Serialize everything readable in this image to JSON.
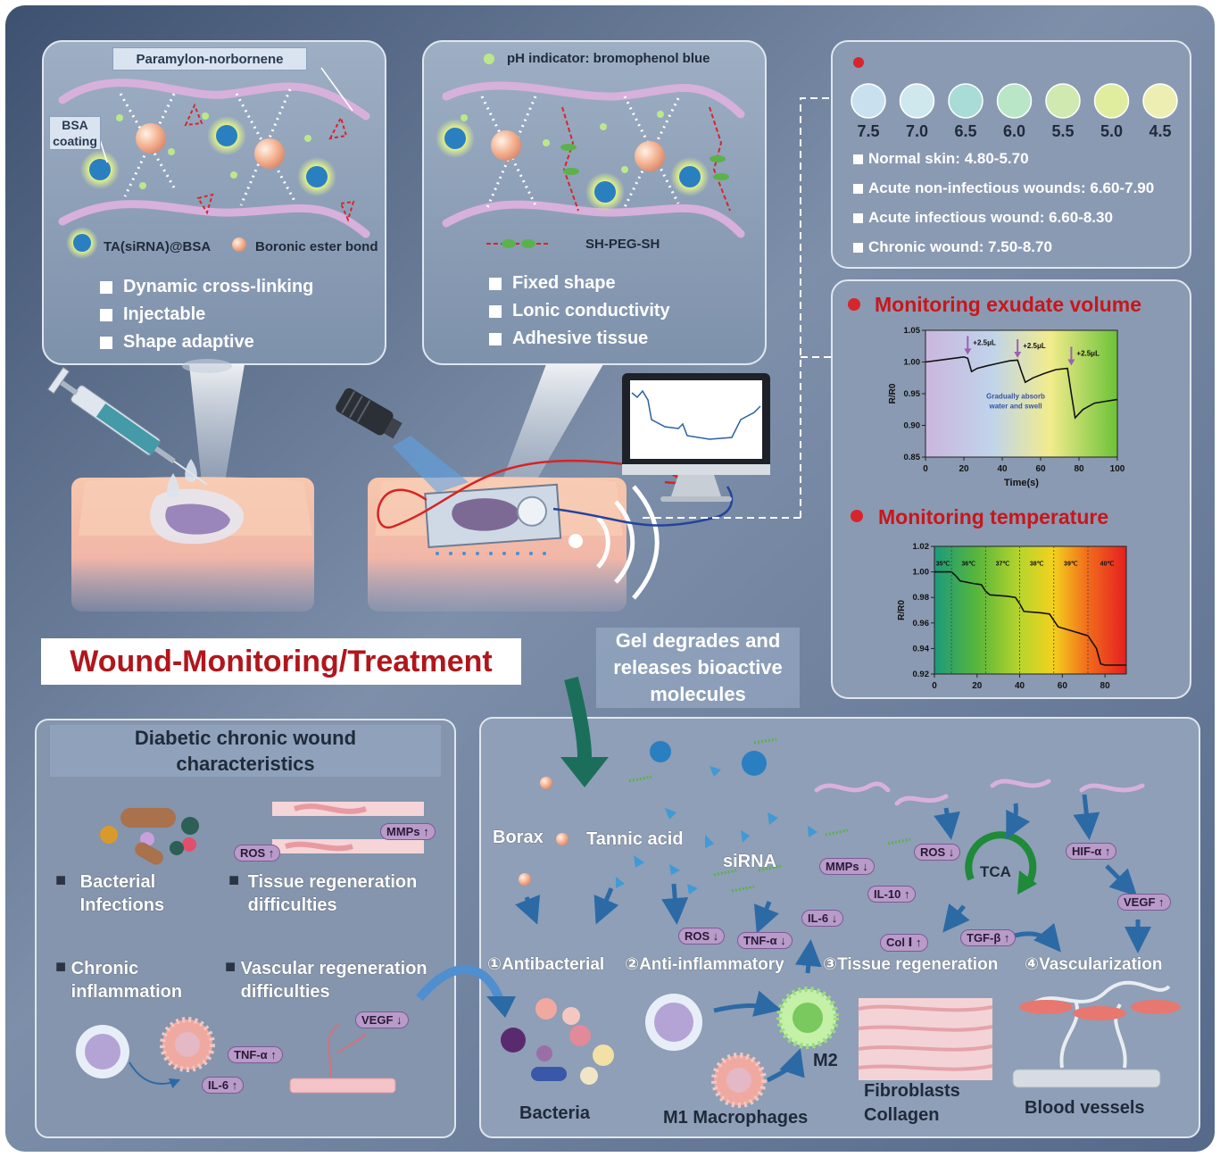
{
  "top_left": {
    "polymer_label": "Paramylon-norbornene",
    "coating_label": "BSA\ncoating",
    "legend_particle": "TA(siRNA)@BSA",
    "legend_bond": "Boronic ester bond",
    "features": [
      "Dynamic cross-linking",
      "Injectable",
      "Shape adaptive"
    ]
  },
  "top_mid": {
    "indicator_label": "pH indicator: bromophenol blue",
    "crosslinker_label": "SH-PEG-SH",
    "features": [
      "Fixed shape",
      "Lonic conductivity",
      "Adhesive tissue"
    ]
  },
  "ph_panel": {
    "swatches": [
      {
        "ph": "7.5",
        "color": "#c9e1ef"
      },
      {
        "ph": "7.0",
        "color": "#cfe8ee"
      },
      {
        "ph": "6.5",
        "color": "#a9dcd6"
      },
      {
        "ph": "6.0",
        "color": "#b9e6c7"
      },
      {
        "ph": "5.5",
        "color": "#cfe9b0"
      },
      {
        "ph": "5.0",
        "color": "#e0ed9e"
      },
      {
        "ph": "4.5",
        "color": "#ecefb1"
      }
    ],
    "ranges": [
      "Normal skin: 4.80-5.70",
      "Acute non-infectious wounds: 6.60-7.90",
      "Acute infectious wound: 6.60-8.30",
      "Chronic wound: 7.50-8.70"
    ]
  },
  "exudate_chart_title": "Monitoring exudate volume",
  "temperature_chart_title": "Monitoring temperature",
  "chart_data": [
    {
      "type": "line",
      "title": "Monitoring exudate volume",
      "xlabel": "Time(s)",
      "ylabel": "R/R0",
      "xlim": [
        0,
        100
      ],
      "ylim": [
        0.85,
        1.05
      ],
      "xticks": [
        "0",
        "20",
        "40",
        "60",
        "80",
        "100"
      ],
      "yticks": [
        "0.85",
        "0.90",
        "0.95",
        "1.00",
        "1.05"
      ],
      "annotations": [
        "+2.5μL",
        "+2.5μL",
        "+2.5μL",
        "Gradually absorb\nwater and swell"
      ],
      "series": [
        {
          "x": [
            0,
            10,
            20,
            22,
            24,
            27,
            32,
            38,
            44,
            48,
            50,
            52,
            56,
            62,
            68,
            74,
            76,
            78,
            82,
            88,
            94,
            100
          ],
          "y": [
            1.0,
            1.004,
            1.008,
            1.006,
            0.985,
            0.99,
            0.994,
            0.998,
            1.002,
            1.003,
            0.985,
            0.968,
            0.975,
            0.982,
            0.988,
            0.99,
            0.95,
            0.912,
            0.925,
            0.935,
            0.938,
            0.941
          ]
        }
      ]
    },
    {
      "type": "line",
      "title": "Monitoring temperature",
      "xlabel": "",
      "ylabel": "R/R0",
      "xlim": [
        0,
        90
      ],
      "ylim": [
        0.92,
        1.02
      ],
      "xticks": [
        "0",
        "20",
        "40",
        "60",
        "80"
      ],
      "yticks": [
        "0.92",
        "0.94",
        "0.96",
        "0.98",
        "1.00",
        "1.02"
      ],
      "band_labels": [
        "35℃",
        "36℃",
        "37℃",
        "38℃",
        "39℃",
        "40℃"
      ],
      "series": [
        {
          "x": [
            0,
            8,
            10,
            12,
            18,
            22,
            24,
            26,
            34,
            38,
            40,
            42,
            50,
            54,
            56,
            58,
            64,
            68,
            70,
            72,
            76,
            78,
            80,
            90
          ],
          "y": [
            1.0,
            1.0,
            0.997,
            0.993,
            0.991,
            0.99,
            0.985,
            0.982,
            0.981,
            0.98,
            0.975,
            0.969,
            0.968,
            0.967,
            0.962,
            0.957,
            0.954,
            0.952,
            0.951,
            0.95,
            0.94,
            0.928,
            0.927,
            0.927
          ]
        }
      ]
    }
  ],
  "main_title": "Wound-Monitoring/Treatment",
  "gel_note": "Gel degrades and\nreleases bioactive\nmolecules",
  "left_bottom": {
    "heading": "Diabetic chronic wound\ncharacteristics",
    "items": [
      {
        "icon": "■",
        "text": "Bacterial\nInfections"
      },
      {
        "icon": "■",
        "text": "Tissue regeneration\ndifficulties"
      },
      {
        "icon": "■",
        "text": "Chronic\ninflammation"
      },
      {
        "icon": "■",
        "text": "Vascular regeneration\ndifficulties"
      }
    ],
    "markers": {
      "ros": "ROS",
      "mmps": "MMPs",
      "tnf": "TNF-α",
      "il6": "IL-6",
      "vegf": "VEGF"
    }
  },
  "right_bottom": {
    "molecules": {
      "borax": "Borax",
      "tannic": "Tannic acid",
      "sirna": "siRNA"
    },
    "markers": {
      "ros1": "ROS",
      "tnf": "TNF-α",
      "il6": "IL-6",
      "mmps": "MMPs",
      "il10": "IL-10",
      "ros2": "ROS",
      "tca": "TCA",
      "col": "Col Ⅰ",
      "tgf": "TGF-β",
      "hif": "HIF-α",
      "vegf": "VEGF"
    },
    "effects": [
      "①Antibacterial",
      "②Anti-inflammatory",
      "③Tissue regeneration",
      "④Vascularization"
    ],
    "captions": {
      "bacteria": "Bacteria",
      "macrophages": "M1 Macrophages",
      "m2": "M2",
      "fibro": "Fibroblasts\nCollagen",
      "vessels": "Blood vessels"
    }
  },
  "colors": {
    "background": "#4f6483",
    "panel": "#8b9db5",
    "title_red": "#b0161c",
    "dot_red": "#d6262b",
    "arrow_teal": "#1b6f5a",
    "polymer_pink": "#d8b0dc"
  }
}
